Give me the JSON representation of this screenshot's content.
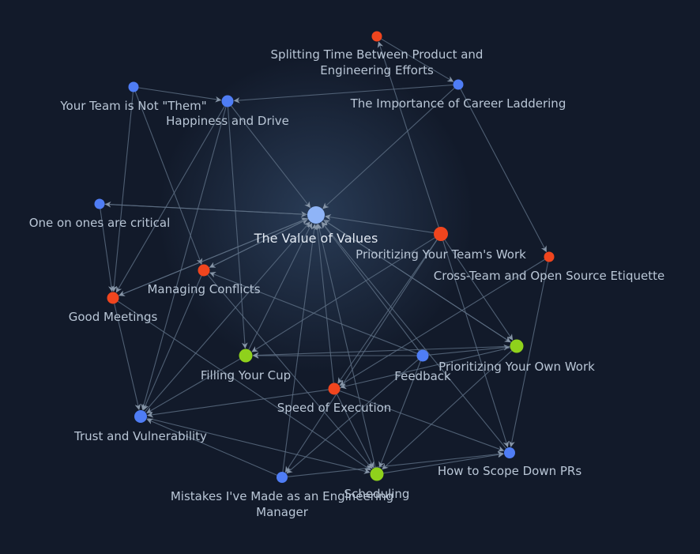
{
  "graph": {
    "colors": {
      "background": "#121a2a",
      "glow": "#2a3d58",
      "edge": "#5f7186",
      "label": "#b9c6d6",
      "label_central": "#e2e9f2",
      "node_blue": "#4f7df5",
      "node_red": "#f0451e",
      "node_green": "#8fd11c",
      "node_central": "#8fb4f7"
    },
    "nodes": [
      {
        "id": "value-of-values",
        "label": "The Value of Values",
        "color": "central"
      },
      {
        "id": "splitting-time",
        "label": "Splitting Time Between Product and Engineering Efforts",
        "color": "red"
      },
      {
        "id": "career-laddering",
        "label": "The Importance of Career Laddering",
        "color": "blue"
      },
      {
        "id": "team-not-them",
        "label": "Your Team is Not \"Them\"",
        "color": "blue"
      },
      {
        "id": "happiness-drive",
        "label": "Happiness and Drive",
        "color": "blue"
      },
      {
        "id": "one-on-ones",
        "label": "One on ones are critical",
        "color": "blue"
      },
      {
        "id": "prioritizing-team",
        "label": "Prioritizing Your Team's Work",
        "color": "red"
      },
      {
        "id": "cross-team",
        "label": "Cross-Team and Open Source Etiquette",
        "color": "red"
      },
      {
        "id": "managing-conflicts",
        "label": "Managing Conflicts",
        "color": "red"
      },
      {
        "id": "good-meetings",
        "label": "Good Meetings",
        "color": "red"
      },
      {
        "id": "filling-cup",
        "label": "Filling Your Cup",
        "color": "green"
      },
      {
        "id": "feedback",
        "label": "Feedback",
        "color": "blue"
      },
      {
        "id": "prioritizing-own",
        "label": "Prioritizing Your Own Work",
        "color": "green"
      },
      {
        "id": "speed-execution",
        "label": "Speed of Execution",
        "color": "red"
      },
      {
        "id": "trust-vulnerability",
        "label": "Trust and Vulnerability",
        "color": "blue"
      },
      {
        "id": "scope-prs",
        "label": "How to Scope Down PRs",
        "color": "blue"
      },
      {
        "id": "scheduling",
        "label": "Scheduling",
        "color": "green"
      },
      {
        "id": "mistakes",
        "label": "Mistakes I've Made as an Engineering Manager",
        "color": "blue"
      }
    ],
    "edges": [
      [
        "happiness-drive",
        "value-of-values"
      ],
      [
        "career-laddering",
        "value-of-values"
      ],
      [
        "one-on-ones",
        "value-of-values"
      ],
      [
        "prioritizing-team",
        "value-of-values"
      ],
      [
        "managing-conflicts",
        "value-of-values"
      ],
      [
        "good-meetings",
        "value-of-values"
      ],
      [
        "filling-cup",
        "value-of-values"
      ],
      [
        "feedback",
        "value-of-values"
      ],
      [
        "prioritizing-own",
        "value-of-values"
      ],
      [
        "speed-execution",
        "value-of-values"
      ],
      [
        "trust-vulnerability",
        "value-of-values"
      ],
      [
        "scope-prs",
        "value-of-values"
      ],
      [
        "scheduling",
        "value-of-values"
      ],
      [
        "mistakes",
        "value-of-values"
      ],
      [
        "prioritizing-team",
        "splitting-time"
      ],
      [
        "career-laddering",
        "happiness-drive"
      ],
      [
        "splitting-time",
        "career-laddering"
      ],
      [
        "value-of-values",
        "one-on-ones"
      ],
      [
        "team-not-them",
        "good-meetings"
      ],
      [
        "team-not-them",
        "managing-conflicts"
      ],
      [
        "happiness-drive",
        "good-meetings"
      ],
      [
        "happiness-drive",
        "trust-vulnerability"
      ],
      [
        "happiness-drive",
        "filling-cup"
      ],
      [
        "career-laddering",
        "cross-team"
      ],
      [
        "value-of-values",
        "managing-conflicts"
      ],
      [
        "value-of-values",
        "good-meetings"
      ],
      [
        "one-on-ones",
        "good-meetings"
      ],
      [
        "good-meetings",
        "trust-vulnerability"
      ],
      [
        "managing-conflicts",
        "trust-vulnerability"
      ],
      [
        "feedback",
        "managing-conflicts"
      ],
      [
        "feedback",
        "filling-cup"
      ],
      [
        "feedback",
        "prioritizing-own"
      ],
      [
        "prioritizing-own",
        "filling-cup"
      ],
      [
        "prioritizing-team",
        "filling-cup"
      ],
      [
        "prioritizing-team",
        "speed-execution"
      ],
      [
        "prioritizing-team",
        "prioritizing-own"
      ],
      [
        "prioritizing-team",
        "scope-prs"
      ],
      [
        "prioritizing-team",
        "mistakes"
      ],
      [
        "cross-team",
        "speed-execution"
      ],
      [
        "cross-team",
        "scope-prs"
      ],
      [
        "value-of-values",
        "prioritizing-own"
      ],
      [
        "speed-execution",
        "scope-prs"
      ],
      [
        "speed-execution",
        "scheduling"
      ],
      [
        "speed-execution",
        "trust-vulnerability"
      ],
      [
        "prioritizing-own",
        "scheduling"
      ],
      [
        "prioritizing-own",
        "speed-execution"
      ],
      [
        "feedback",
        "scheduling"
      ],
      [
        "feedback",
        "mistakes"
      ],
      [
        "good-meetings",
        "scheduling"
      ],
      [
        "trust-vulnerability",
        "scheduling"
      ],
      [
        "mistakes",
        "scope-prs"
      ],
      [
        "scheduling",
        "scope-prs"
      ],
      [
        "mistakes",
        "trust-vulnerability"
      ],
      [
        "filling-cup",
        "trust-vulnerability"
      ],
      [
        "managing-conflicts",
        "scheduling"
      ],
      [
        "team-not-them",
        "happiness-drive"
      ]
    ]
  }
}
